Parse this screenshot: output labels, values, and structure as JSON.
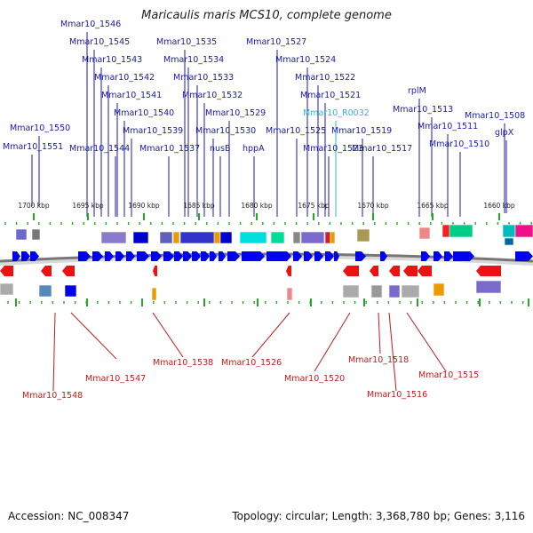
{
  "title": "Maricaulis maris MCS10, complete genome",
  "footer": {
    "accession": "Accession: NC_008347",
    "summary": "Topology: circular; Length: 3,368,780 bp; Genes: 3,116"
  },
  "colors": {
    "forward_label": "#1a1ab0",
    "reverse_label": "#c41a1a",
    "rna_label": "#33b5d5",
    "forward_arrow": "#0000ee",
    "reverse_arrow": "#ee1111",
    "backbone": "#777777",
    "tick": "#22aa22"
  },
  "scale": {
    "ticks": [
      {
        "kbp": 1700,
        "label": "1700 kbp"
      },
      {
        "kbp": 1695,
        "label": "1695 kbp"
      },
      {
        "kbp": 1690,
        "label": "1690 kbp"
      },
      {
        "kbp": 1685,
        "label": "1685 kbp"
      },
      {
        "kbp": 1680,
        "label": "1680 kbp"
      },
      {
        "kbp": 1675,
        "label": "1675 kbp"
      },
      {
        "kbp": 1670,
        "label": "1670 kbp"
      },
      {
        "kbp": 1665,
        "label": "1665 kbp"
      },
      {
        "kbp": 1660,
        "label": "1660 kbp"
      }
    ]
  },
  "forward_labels": [
    "Mmar10_1546",
    "Mmar10_1545",
    "Mmar10_1543",
    "Mmar10_1542",
    "Mmar10_1541",
    "Mmar10_1540",
    "Mmar10_1539",
    "Mmar10_1544",
    "Mmar10_1537",
    "Mmar10_1535",
    "Mmar10_1534",
    "Mmar10_1533",
    "Mmar10_1532",
    "Mmar10_1530",
    "Mmar10_1529",
    "nusB",
    "Mmar10_1527",
    "hppA",
    "Mmar10_1524",
    "Mmar10_1522",
    "Mmar10_1521",
    "Mmar10_R0032",
    "Mmar10_1525",
    "Mmar10_1523",
    "Mmar10_1519",
    "Mmar10_1517",
    "rplM",
    "Mmar10_1513",
    "Mmar10_1511",
    "Mmar10_1510",
    "Mmar10_1508",
    "glpX",
    "Mmar10_1550",
    "Mmar10_1551"
  ],
  "reverse_labels": [
    "Mmar10_1548",
    "Mmar10_1547",
    "Mmar10_1538",
    "Mmar10_1526",
    "Mmar10_1520",
    "Mmar10_1518",
    "Mmar10_1516",
    "Mmar10_1515"
  ]
}
